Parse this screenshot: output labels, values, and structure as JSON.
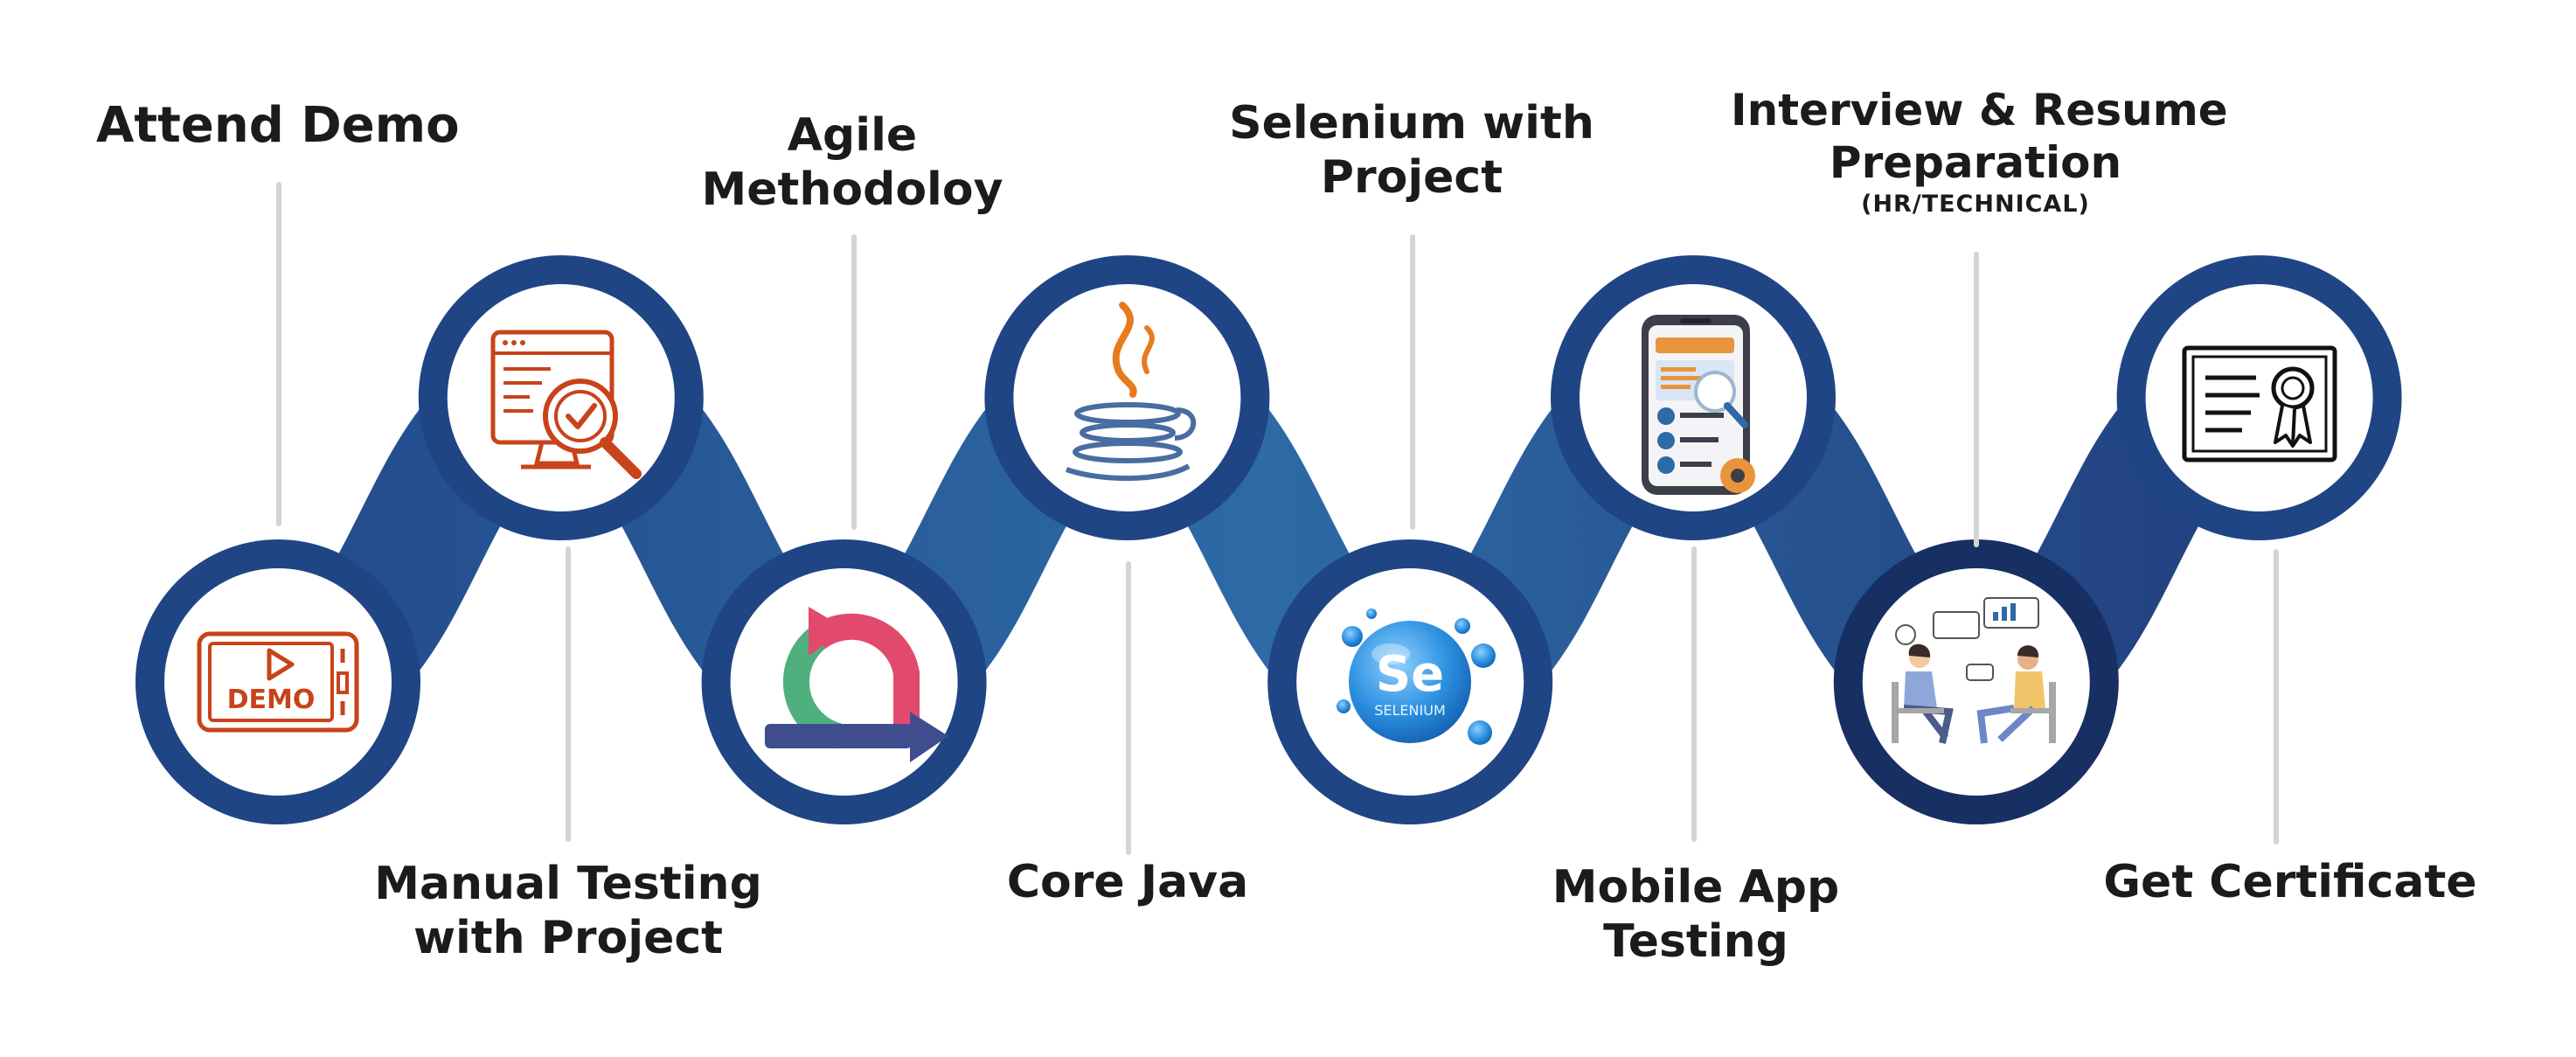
{
  "colors": {
    "ring": "#1f4585",
    "ring_dark": "#172f62",
    "band": "#2a5e9a",
    "connector": "#d4d4d4",
    "label": "#1b1b1b",
    "orange": "#c8431a",
    "java_orange": "#e87a1e",
    "java_blue": "#4a6da0",
    "selenium_blue": "#2b8fe0",
    "agile_green": "#4fb07e",
    "agile_pink": "#e24a6c",
    "agile_navy": "#3f4d8f"
  },
  "steps": [
    {
      "id": "attend-demo",
      "icon": "demo-video-icon",
      "lines": [
        "Attend Demo"
      ]
    },
    {
      "id": "manual-testing",
      "icon": "monitor-magnifier-check-icon",
      "lines": [
        "Manual Testing",
        "with Project"
      ]
    },
    {
      "id": "agile",
      "icon": "agile-cycle-icon",
      "lines": [
        "Agile",
        "Methodoloy"
      ]
    },
    {
      "id": "core-java",
      "icon": "java-coffee-cup-icon",
      "lines": [
        "Core Java"
      ]
    },
    {
      "id": "selenium",
      "icon": "selenium-bubble-logo-icon",
      "lines": [
        "Selenium with",
        "Project"
      ],
      "logo_text": "Se",
      "logo_caption": "SELENIUM"
    },
    {
      "id": "mobile-app-testing",
      "icon": "mobile-app-settings-icon",
      "lines": [
        "Mobile App",
        "Testing"
      ]
    },
    {
      "id": "interview",
      "icon": "interview-people-icon",
      "lines": [
        "Interview & Resume",
        "Preparation"
      ],
      "sub": "(HR/TECHNICAL)"
    },
    {
      "id": "certificate",
      "icon": "certificate-ribbon-icon",
      "lines": [
        "Get  Certificate"
      ]
    }
  ]
}
